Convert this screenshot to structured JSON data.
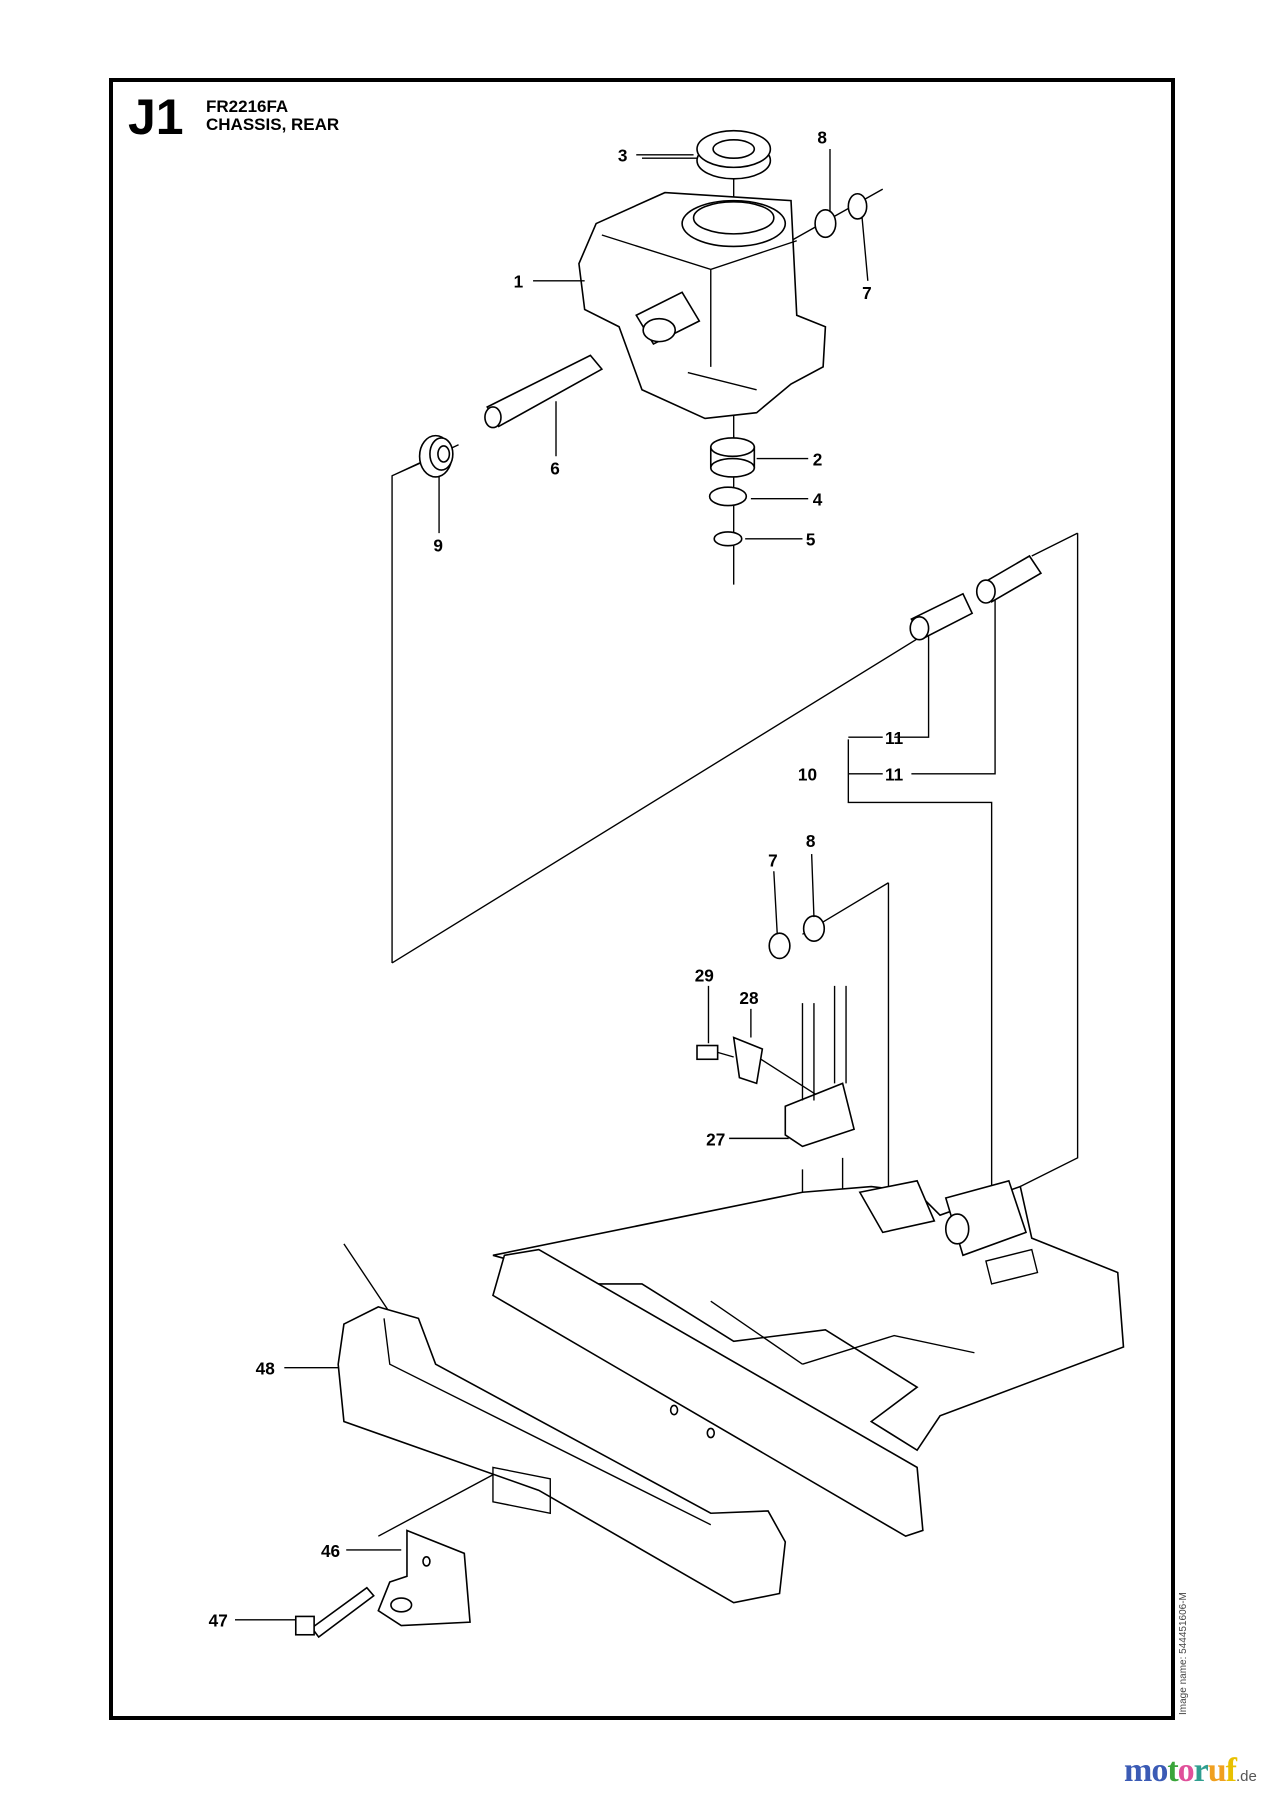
{
  "header": {
    "section_code": "J1",
    "model": "FR2216FA",
    "title": "CHASSIS, REAR"
  },
  "image_name": "Image name: 544451606-M",
  "watermark": {
    "text": "motoruf",
    "suffix": ".de",
    "colors": [
      "#3b5bb5",
      "#3b5bb5",
      "#3aa53a",
      "#e0509a",
      "#2f9e8f",
      "#f0a020",
      "#e8c000"
    ]
  },
  "callouts": [
    "1",
    "2",
    "3",
    "4",
    "5",
    "6",
    "7",
    "8",
    "9",
    "10",
    "11",
    "11",
    "7",
    "8",
    "29",
    "28",
    "27",
    "48",
    "46",
    "47"
  ]
}
